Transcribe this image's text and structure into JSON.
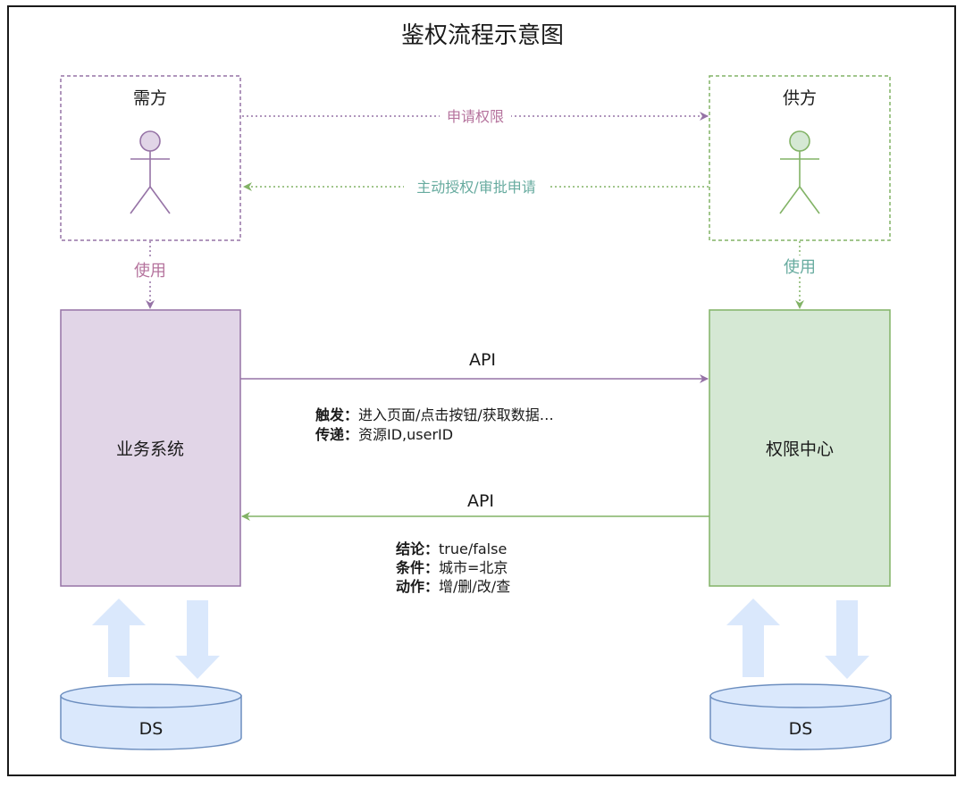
{
  "title": "鉴权流程示意图",
  "demand": {
    "label": "需方",
    "use_label": "使用"
  },
  "supply": {
    "label": "供方",
    "use_label": "使用"
  },
  "request_arrow_label": "申请权限",
  "approve_arrow_label": "主动授权/审批申请",
  "business_system": {
    "label": "业务系统"
  },
  "permission_center": {
    "label": "权限中心"
  },
  "api_request": {
    "label": "API",
    "lines": [
      {
        "key": "触发：",
        "value": "进入页面/点击按钮/获取数据…"
      },
      {
        "key": "传递：",
        "value": "资源ID,userID"
      }
    ]
  },
  "api_response": {
    "label": "API",
    "lines": [
      {
        "key": "结论：",
        "value": "true/false"
      },
      {
        "key": "条件：",
        "value": "城市=北京"
      },
      {
        "key": "动作：",
        "value": "增/删/改/查"
      }
    ]
  },
  "datastores": [
    {
      "label": "DS"
    },
    {
      "label": "DS"
    }
  ],
  "colors": {
    "purple_stroke": "#9673a6",
    "purple_fill": "#e1d5e7",
    "purple_text": "#b5739d",
    "green_stroke": "#82b366",
    "green_fill": "#d5e8d4",
    "green_text": "#67ab9f",
    "ds_fill": "#dae8fc",
    "ds_stroke": "#6c8ebf",
    "flow_arrow": "#dae8fc"
  }
}
